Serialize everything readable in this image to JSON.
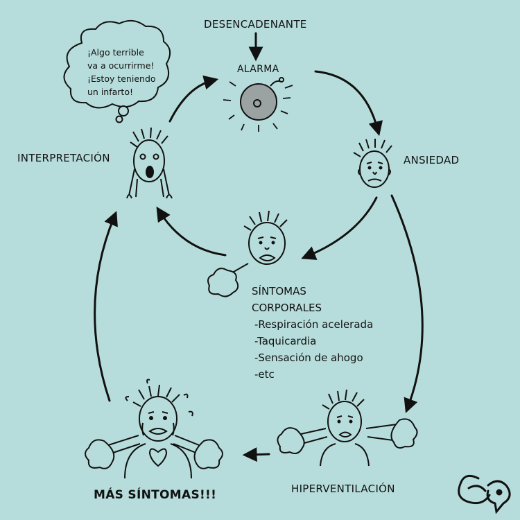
{
  "diagram": {
    "trigger": "DESENCADENANTE",
    "alarm": "ALARMA",
    "anxiety": "ANSIEDAD",
    "interpretation": "INTERPRETACIÓN",
    "thought_lines": [
      "¡Algo terrible",
      "va a ocurrirme!",
      "¡Estoy teniendo",
      "un infarto!"
    ],
    "symptoms_title_1": "SÍNTOMAS",
    "symptoms_title_2": "CORPORALES",
    "symptoms_list": [
      "-Respiración acelerada",
      "-Taquicardia",
      "-Sensación de ahogo",
      "-etc"
    ],
    "hyperventilation": "HIPERVENTILACIÓN",
    "more_symptoms": "MÁS SÍNTOMAS!!!"
  },
  "colors": {
    "background": "#b6dddb",
    "ink": "#111111"
  },
  "icons": [
    "alarm-icon",
    "anxious-face-icon",
    "screaming-face-icon",
    "thought-cloud-icon",
    "breath-puff-icon",
    "brain-logo-icon"
  ]
}
